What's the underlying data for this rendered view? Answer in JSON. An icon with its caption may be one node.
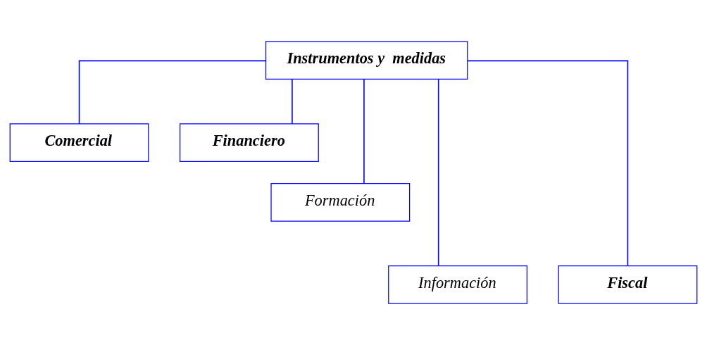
{
  "diagram": {
    "nodes": [
      {
        "text": [
          "Instrumentos y  medidas"
        ]
      },
      {
        "text": [
          "Comercial"
        ]
      },
      {
        "text": [
          "Financiero"
        ]
      },
      {
        "text": [
          "Formación"
        ]
      },
      {
        "text": [
          "Información"
        ]
      },
      {
        "text": [
          "Fiscal"
        ]
      }
    ],
    "edges": [
      {
        "from": 0,
        "to": 1,
        "arrow": "none"
      },
      {
        "from": 0,
        "to": 4,
        "arrow": "none"
      },
      {
        "from": 0,
        "to": 3,
        "arrow": "none"
      },
      {
        "from": 0,
        "to": 5,
        "arrow": "none"
      },
      {
        "from": 0,
        "to": 2,
        "arrow": "none"
      }
    ]
  }
}
